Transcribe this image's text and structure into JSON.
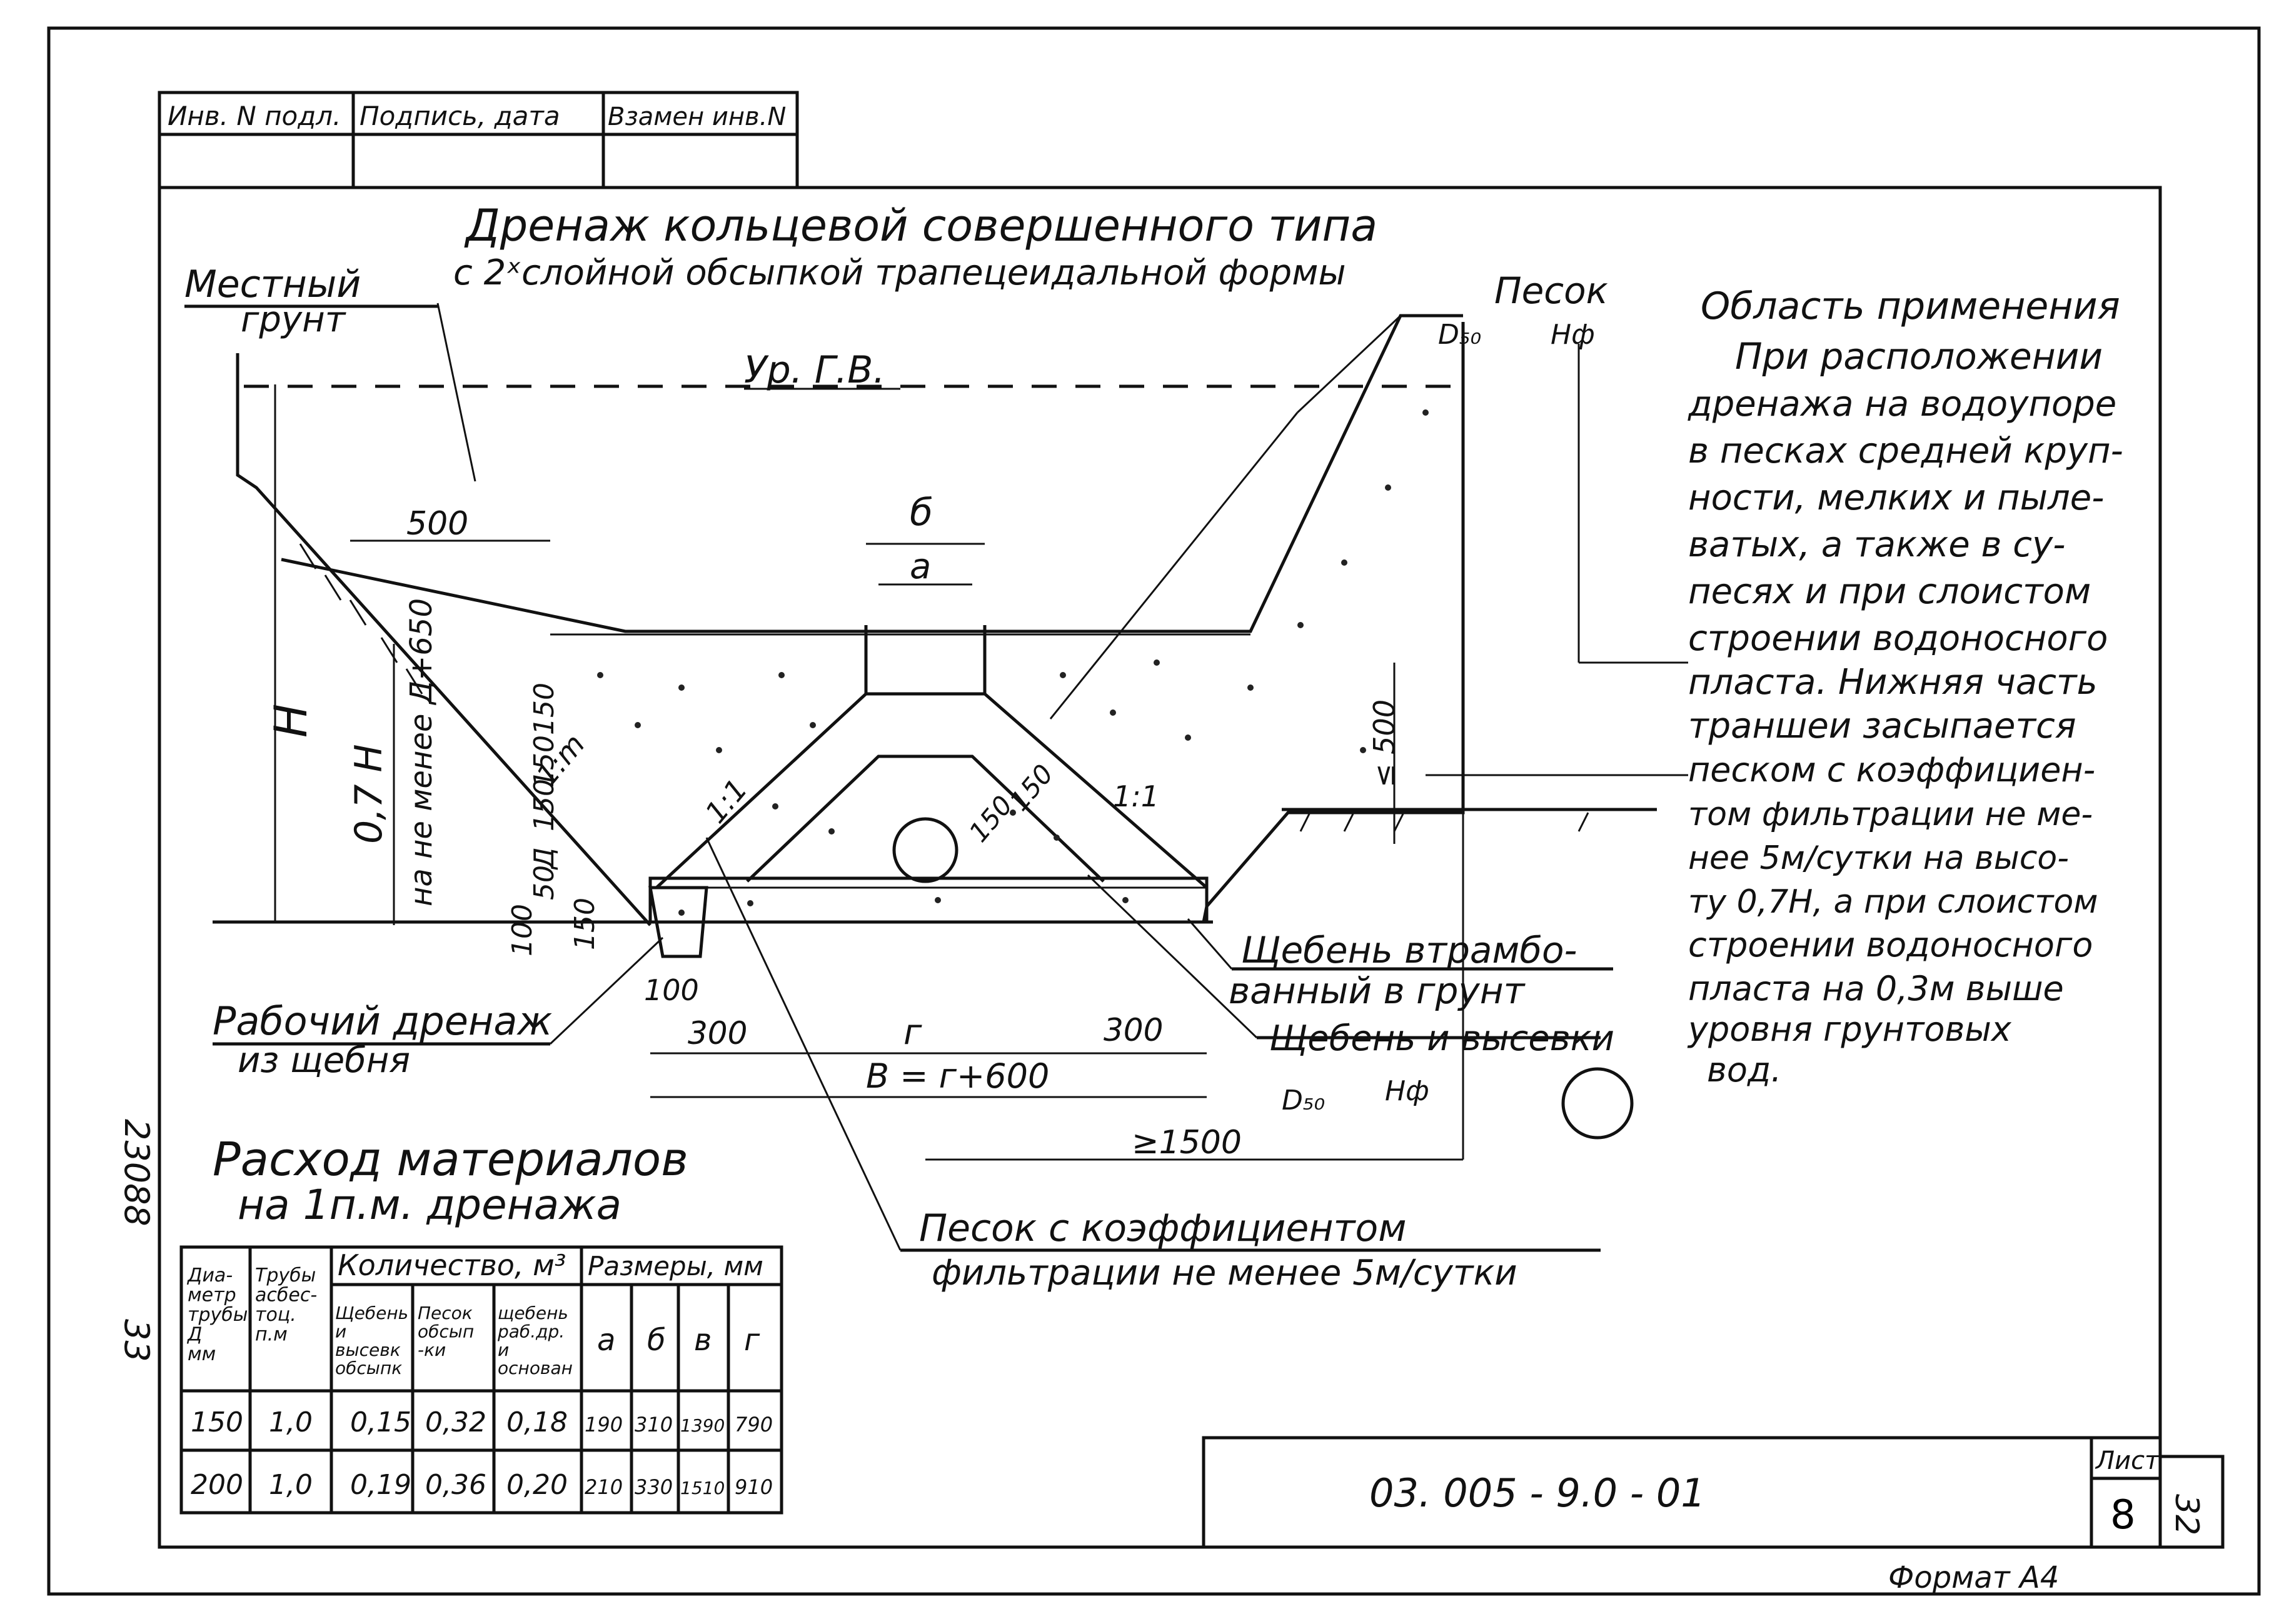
{
  "stamp": {
    "col1": "Инв. N подл.",
    "col2": "Подпись, дата",
    "col3": "Взамен инв.N"
  },
  "title": {
    "line1": "Дренаж кольцевой совершенного типа",
    "line2": "с 2ˣслойной обсыпкой трапецеидальной формы"
  },
  "labels": {
    "local_soil_1": "Местный",
    "local_soil_2": "грунт",
    "water_level": "Ур. Г.В.",
    "sand": "Песок",
    "d50_top": "D₅₀",
    "hf_top": "Hф",
    "dim_500": "500",
    "dim_b": "б",
    "dim_a": "а",
    "dim_H": "H",
    "dim_07H": "0,7 H",
    "dim_min_d650": "на не менее Д+650",
    "dim_150_150": "150150",
    "dim_150_a": "150",
    "dim_D": "Д",
    "dim_50": "50",
    "dim_100": "100",
    "dim_150_b": "150",
    "slope_1m": "1:m",
    "slope_11_left": "1:1",
    "slope_11_right": "1:1",
    "dim_150_c": "150",
    "dim_150_d": "150",
    "dim_le500": "≤ 500",
    "dim_100_bottom": "100",
    "dim_300_left": "300",
    "dim_g": "г",
    "dim_300_right": "300",
    "dim_B": "В = г+600",
    "dim_1500": "≥1500",
    "crushed_rammed_1": "Щебень втрамбо-",
    "crushed_rammed_2": "ванный в грунт",
    "crushed_screen": "Щебень и высевки",
    "d50_bottom": "D₅₀",
    "hf_bottom": "Hф",
    "work_drain_1": "Рабочий дренаж",
    "work_drain_2": "из щебня",
    "sand_coef_1": "Песок с коэффициентом",
    "sand_coef_2": "фильтрации не менее  5м/сутки"
  },
  "scope": {
    "heading": "Область применения",
    "lines": [
      "При расположении",
      "дренажа на водоупоре",
      "в песках средней круп-",
      "ности, мелких и пыле-",
      "ватых, а также в су-",
      "песях и при слоистом",
      "строении водоносного",
      "пласта. Нижняя часть",
      "траншеи засыпается",
      "песком с коэффициен-",
      "том фильтрации не ме-",
      "нее 5м/сутки на высо-",
      "ту 0,7Н, а при слоистом",
      "строении водоносного",
      "пласта на 0,3м выше",
      "уровня грунтовых",
      "вод."
    ]
  },
  "side_numbers": {
    "doc_no": "23088",
    "page_small": "33"
  },
  "materials": {
    "heading_1": "Расход материалов",
    "heading_2": "на 1п.м. дренажа",
    "hdr_diam": "Диа-\nметр\nтрубы\nД\nмм",
    "hdr_pipes": "Трубы\nасбес-\nтоц.\nп.м",
    "hdr_qty": "Количество, м³",
    "hdr_sizes": "Размеры, мм",
    "sub_crushed": "Щебень\nи\nвысевк\nобсыпк",
    "sub_sand": "Песок\nобсып\n-ки",
    "sub_work": "щебень\nраб.др.\nи\nоснован",
    "sub_a": "а",
    "sub_b": "б",
    "sub_v": "в",
    "sub_g": "г",
    "rows": [
      [
        "150",
        "1,0",
        "0,15",
        "0,32",
        "0,18",
        "190",
        "310",
        "1390",
        "790"
      ],
      [
        "200",
        "1,0",
        "0,19",
        "0,36",
        "0,20",
        "210",
        "330",
        "1510",
        "910"
      ]
    ]
  },
  "title_block": {
    "code": "03. 005 - 9.0 - 01",
    "sheet_label": "Лист",
    "sheet_no": "8",
    "page_no": "32",
    "format": "Формат  А4"
  }
}
